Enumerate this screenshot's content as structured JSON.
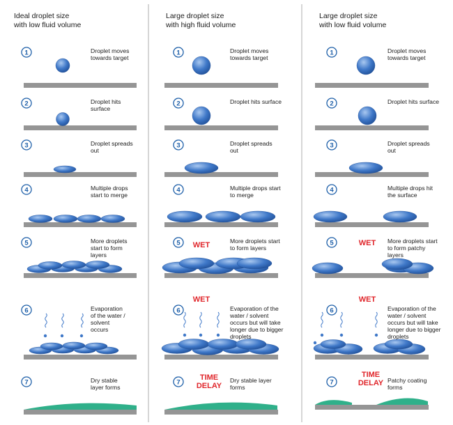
{
  "colors": {
    "droplet": "#3f78c8",
    "droplet_light": "#a9c8f0",
    "droplet_dark": "#1f4e96",
    "surface": "#959595",
    "coating": "#2fb08a",
    "number": "#1c5ea8",
    "wet": "#e0262b",
    "divider": "#999999"
  },
  "columns": [
    {
      "title": [
        "Ideal droplet size",
        "with low fluid volume"
      ],
      "steps": [
        {
          "num": "1",
          "text": [
            "Droplet moves",
            "towards target"
          ]
        },
        {
          "num": "2",
          "text": [
            "Droplet hits",
            "surface"
          ]
        },
        {
          "num": "3",
          "text": [
            "Droplet spreads",
            "out"
          ]
        },
        {
          "num": "4",
          "text": [
            "Multiple drops",
            "start to merge"
          ]
        },
        {
          "num": "5",
          "text": [
            "More droplets",
            "start to form",
            "layers"
          ]
        },
        {
          "num": "6",
          "text": [
            "Evaporation",
            "of the water /",
            "solvent",
            "occurs"
          ]
        },
        {
          "num": "7",
          "text": [
            "Dry stable",
            "layer forms"
          ]
        }
      ]
    },
    {
      "title": [
        "Large droplet size",
        "with high fluid volume"
      ],
      "steps": [
        {
          "num": "1",
          "text": [
            "Droplet moves",
            "towards target"
          ]
        },
        {
          "num": "2",
          "text": [
            "Droplet hits surface"
          ]
        },
        {
          "num": "3",
          "text": [
            "Droplet spreads",
            "out"
          ]
        },
        {
          "num": "4",
          "text": [
            "Multiple drops start",
            "to merge"
          ]
        },
        {
          "num": "5",
          "text": [
            "More droplets start",
            "to form layers"
          ]
        },
        {
          "num": "6",
          "text": [
            "Evaporation of the",
            "water / solvent",
            "occurs but will take",
            "longer due to bigger",
            "droplets"
          ]
        },
        {
          "num": "7",
          "text": [
            "Dry stable layer",
            "forms"
          ]
        }
      ]
    },
    {
      "title": [
        "Large droplet size",
        "with low fluid volume"
      ],
      "steps": [
        {
          "num": "1",
          "text": [
            "Droplet moves",
            "towards target"
          ]
        },
        {
          "num": "2",
          "text": [
            "Droplet hits surface"
          ]
        },
        {
          "num": "3",
          "text": [
            "Droplet spreads",
            "out"
          ]
        },
        {
          "num": "4",
          "text": [
            "Multiple drops hit",
            "the surface"
          ]
        },
        {
          "num": "5",
          "text": [
            "More droplets start",
            "to form patchy",
            "layers"
          ]
        },
        {
          "num": "6",
          "text": [
            "Evaporation of the",
            "water / solvent",
            "occurs but will take",
            "longer due to bigger",
            "droplets"
          ]
        },
        {
          "num": "7",
          "text": [
            "Patchy coating",
            "forms"
          ]
        }
      ]
    }
  ],
  "labels": {
    "wet": "WET",
    "time_delay": [
      "TIME",
      "DELAY"
    ]
  }
}
